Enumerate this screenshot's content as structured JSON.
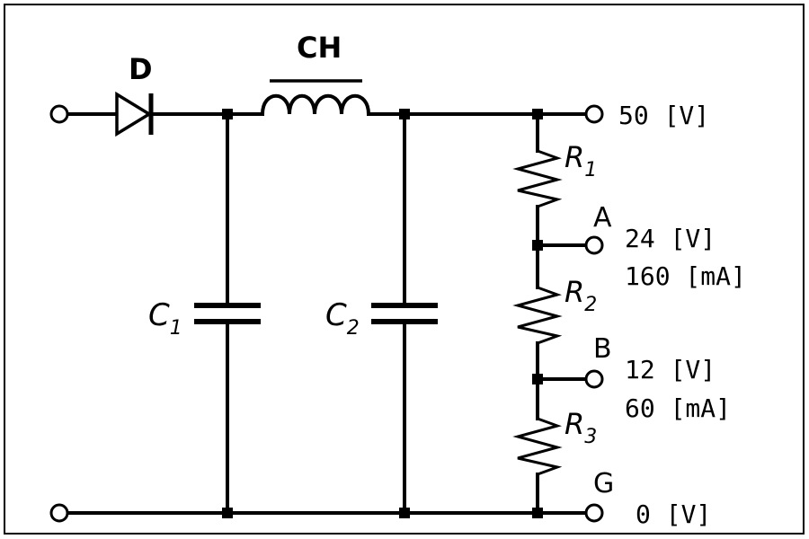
{
  "components": {
    "diode": "D",
    "choke": "CH",
    "c1": {
      "main": "C",
      "sub": "1"
    },
    "c2": {
      "main": "C",
      "sub": "2"
    },
    "r1": {
      "main": "R",
      "sub": "1"
    },
    "r2": {
      "main": "R",
      "sub": "2"
    },
    "r3": {
      "main": "R",
      "sub": "3"
    }
  },
  "nodes": {
    "a": "A",
    "b": "B",
    "g": "G"
  },
  "outputs": {
    "top_voltage": "50 [V]",
    "a_voltage": "24 [V]",
    "a_current": "160 [mA]",
    "b_voltage": "12 [V]",
    "b_current": "60 [mA]",
    "g_voltage": "0 [V]"
  }
}
